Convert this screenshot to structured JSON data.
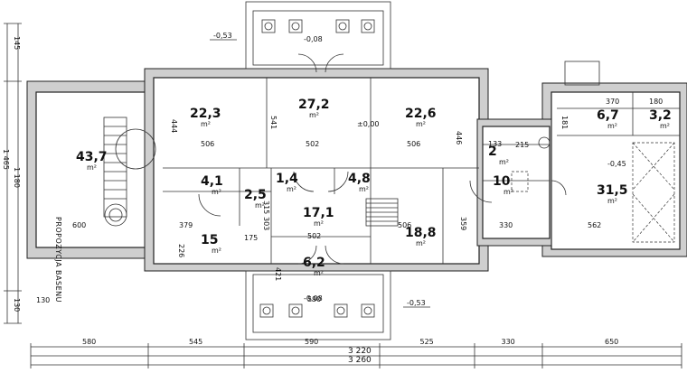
{
  "rooms": [
    {
      "id": "pool",
      "area": "43,7",
      "unit": "m²",
      "label": "PROPOZYCJA BASENU"
    },
    {
      "id": "living-left",
      "area": "22,3",
      "unit": "m²"
    },
    {
      "id": "living-center",
      "area": "27,2",
      "unit": "m²"
    },
    {
      "id": "living-right",
      "area": "22,6",
      "unit": "m²"
    },
    {
      "id": "bath-left",
      "area": "4,1",
      "unit": "m²"
    },
    {
      "id": "wc",
      "area": "2,5",
      "unit": "m²"
    },
    {
      "id": "closet",
      "area": "1,4",
      "unit": "m²"
    },
    {
      "id": "pantry",
      "area": "4,8",
      "unit": "m²"
    },
    {
      "id": "hall",
      "area": "17,1",
      "unit": "m²"
    },
    {
      "id": "bedroom-left",
      "area": "15",
      "unit": "m²"
    },
    {
      "id": "kitchen",
      "area": "18,8",
      "unit": "m²"
    },
    {
      "id": "entrance",
      "area": "6,2",
      "unit": "m²"
    },
    {
      "id": "utility",
      "area": "10",
      "unit": "m²"
    },
    {
      "id": "small-room",
      "area": "2",
      "unit": "m²"
    },
    {
      "id": "storage-1",
      "area": "6,7",
      "unit": "m²"
    },
    {
      "id": "storage-2",
      "area": "3,2",
      "unit": "m²"
    },
    {
      "id": "garage",
      "area": "31,5",
      "unit": "m²"
    }
  ],
  "levels": {
    "top": "-0,53",
    "bottom": "-0,53",
    "center": "±0,00",
    "garage": "-0,45",
    "terrace_top": "-0,08",
    "terrace_bottom": "-0,08"
  },
  "dimensions": {
    "bottom_segments": [
      "580",
      "545",
      "590",
      "525",
      "330",
      "650"
    ],
    "total_inner": "3 220",
    "total_outer": "3 260",
    "left_segments": [
      "145",
      "1 180",
      "130"
    ],
    "left_total": "1 465",
    "interior": [
      "506",
      "502",
      "506",
      "444",
      "541",
      "446",
      "600",
      "379",
      "315",
      "303",
      "502",
      "506",
      "359",
      "133",
      "215",
      "590",
      "562",
      "180",
      "370",
      "181",
      "226",
      "421",
      "330",
      "175",
      "130"
    ]
  }
}
